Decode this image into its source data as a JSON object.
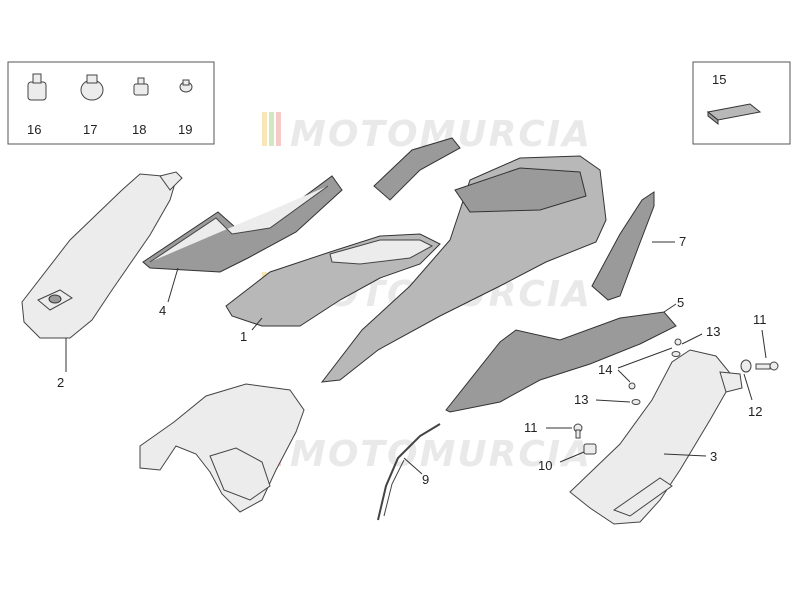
{
  "watermark": {
    "text": "MOTOMURCIA"
  },
  "labels": {
    "l1": "1",
    "l2": "2",
    "l3": "3",
    "l4": "4",
    "l5": "5",
    "l7": "7",
    "l9": "9",
    "l10": "10",
    "l11a": "11",
    "l11b": "11",
    "l12": "12",
    "l13a": "13",
    "l13b": "13",
    "l14": "14",
    "l15": "15",
    "l16": "16",
    "l17": "17",
    "l18": "18",
    "l19": "19"
  }
}
